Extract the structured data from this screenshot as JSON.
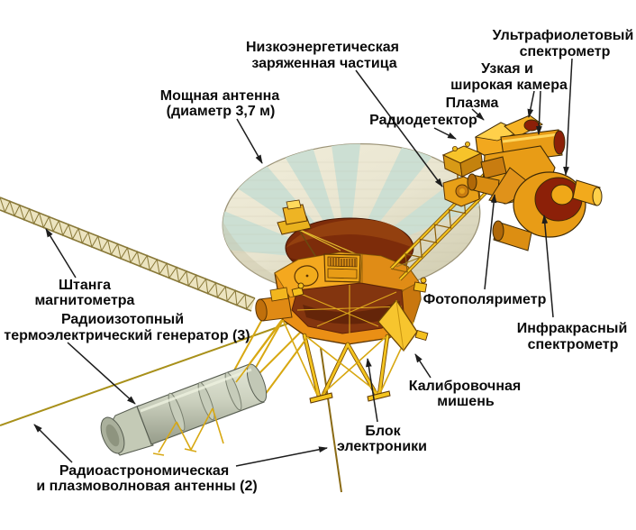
{
  "diagram": {
    "subject": "Voyager spacecraft labeled diagram",
    "background_color": "#ffffff",
    "label_text_color": "#0b0b0b",
    "arrow_color": "#222222"
  },
  "labels": {
    "high_gain_antenna": {
      "lines": [
        "Мощная антенна",
        "(диаметр 3,7 м)"
      ]
    },
    "low_energy_particle": {
      "lines": [
        "Низкоэнергетическая",
        "заряженная частица"
      ]
    },
    "uv_spectrometer": {
      "lines": [
        "Ультрафиолетовый",
        "спектрометр"
      ]
    },
    "cameras": {
      "lines": [
        "Узкая и",
        "широкая камера"
      ]
    },
    "plasma": {
      "lines": [
        "Плазма"
      ]
    },
    "radio_detector": {
      "lines": [
        "Радиодетектор"
      ]
    },
    "magnetometer_boom": {
      "lines": [
        "Штанга",
        "магнитометра"
      ]
    },
    "rtg": {
      "lines": [
        "Радиоизотопный",
        "термоэлектрический генератор (3)"
      ]
    },
    "radio_astronomy_antennas": {
      "lines": [
        "Радиоастрономическая",
        "и плазмоволновая антенны (2)"
      ]
    },
    "electronics_unit": {
      "lines": [
        "Блок",
        "электроники"
      ]
    },
    "calibration_target": {
      "lines": [
        "Калибровочная",
        "мишень"
      ]
    },
    "photopolarimeter": {
      "lines": [
        "Фотополяриметр"
      ]
    },
    "ir_spectrometer": {
      "lines": [
        "Инфракрасный",
        "спектрометр"
      ]
    }
  },
  "palette": {
    "dish_cream": "#ebe7d2",
    "dish_stripe_green": "#cadfd3",
    "dish_shadow": "#d8d4b9",
    "hub_maroon": "#7d2c0a",
    "hub_light": "#9c4a16",
    "bus_orange": "#f2a51e",
    "bus_dark_orange": "#d8861a",
    "bus_interior": "#8a3a10",
    "truss_yellow": "#f2c01e",
    "boom_tan": "#9a8a48",
    "rtg_gray": "#d6dac9",
    "rtg_gray_dark": "#9aa08e",
    "outline_brown": "#5a3404",
    "instrument_gold": "#f0a81c",
    "instrument_maroon": "#8c2008"
  }
}
